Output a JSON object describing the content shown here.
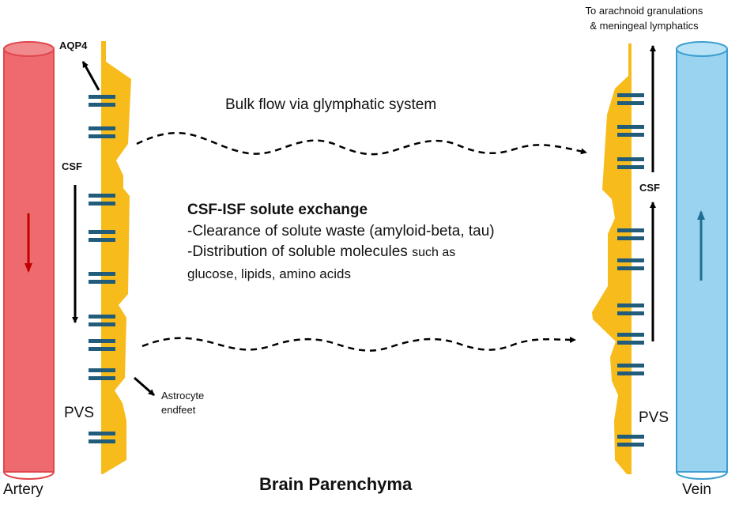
{
  "labels": {
    "aqp4": "AQP4",
    "csf_left": "CSF",
    "csf_right": "CSF",
    "pvs_left": "PVS",
    "pvs_right": "PVS",
    "artery": "Artery",
    "vein": "Vein",
    "astrocyte_line1": "Astrocyte",
    "astrocyte_line2": "endfeet",
    "arachnoid_line1": "To arachnoid granulations",
    "arachnoid_line2": "& meningeal lymphatics",
    "bulk_flow": "Bulk flow via glymphatic system",
    "exchange_title": "CSF-ISF solute exchange",
    "exchange_line1": "-Clearance of solute waste (amyloid-beta, tau)",
    "exchange_line2a": "-Distribution of soluble molecules ",
    "exchange_line2b": "such as",
    "exchange_line3": "glucose, lipids, amino acids",
    "parenchyma": "Brain Parenchyma"
  },
  "colors": {
    "artery": "#ee6a6e",
    "artery_dark": "#e0474d",
    "artery_arrow": "#c00000",
    "vein": "#9ad3ef",
    "vein_dark": "#3d9fd0",
    "vein_arrow": "#1f6e91",
    "endfeet": "#f8bb1c",
    "channel": "#215c7a",
    "arrow": "#000000"
  }
}
